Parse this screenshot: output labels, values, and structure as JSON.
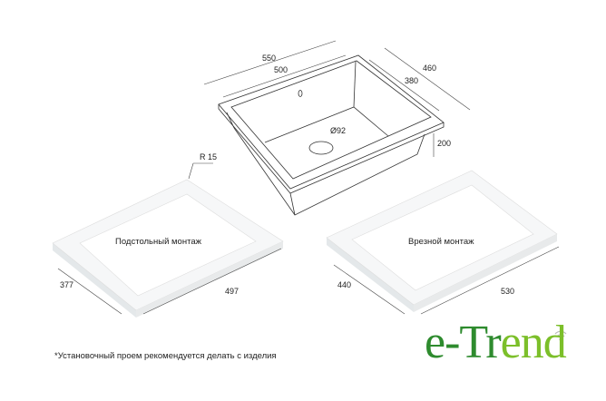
{
  "sink": {
    "dims": {
      "width_outer": "550",
      "width_inner": "500",
      "depth_outer": "460",
      "depth_inner": "380",
      "height": "200",
      "drain": "Ø92"
    }
  },
  "cutouts": {
    "radius": "R 15",
    "undermount": {
      "label": "Подстольный монтаж",
      "depth": "377",
      "width": "497"
    },
    "inset": {
      "label": "Врезной монтаж",
      "depth": "440",
      "width": "530"
    }
  },
  "footnote": "*Установочный проем рекомендуется делать с изделия",
  "logo": {
    "text_a": "e-Tr",
    "text_b": "end",
    "colors": {
      "dark": "#2e8b2e",
      "light": "#7cbf2a"
    }
  }
}
